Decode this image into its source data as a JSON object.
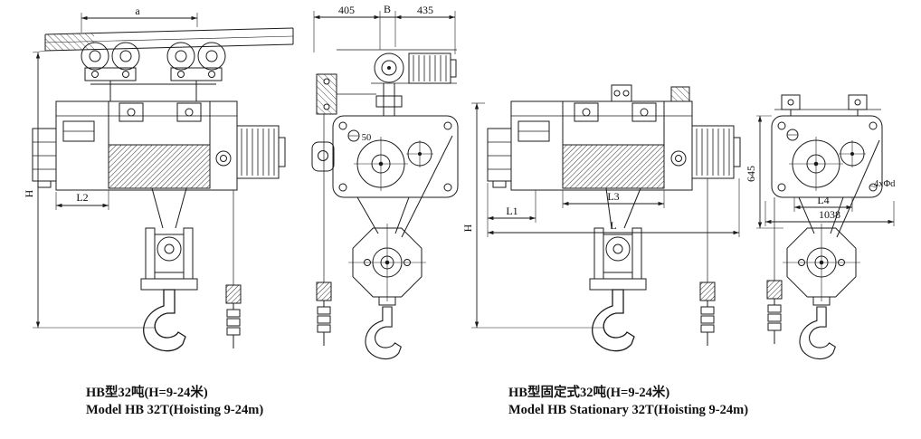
{
  "captions": {
    "left_cn": "HB型32吨(H=9-24米)",
    "left_en": "Model HB 32T(Hoisting 9-24m)",
    "right_cn": "HB型固定式32吨(H=9-24米)",
    "right_en": "Model HB Stationary 32T(Hoisting 9-24m)"
  },
  "dims": {
    "a": "a",
    "d405": "405",
    "b": "B",
    "d435": "435",
    "l2": "L2",
    "h1": "H",
    "d50": "50",
    "l3": "L3",
    "l1": "L1",
    "l": "L",
    "h2": "H",
    "d645": "645",
    "l4": "L4",
    "holes": "4xΦd",
    "d1038": "1038"
  }
}
